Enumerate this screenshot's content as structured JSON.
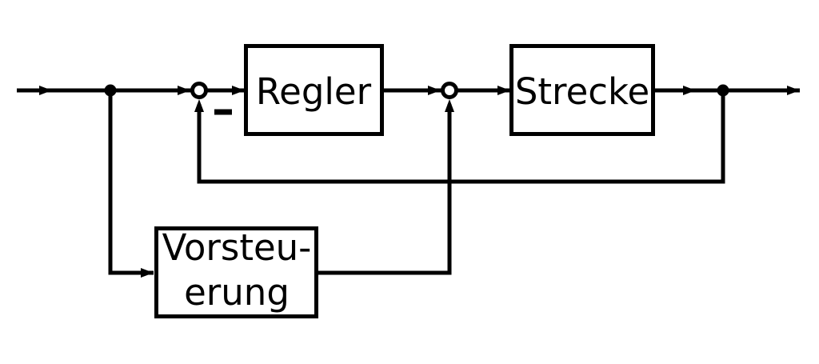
{
  "diagram": {
    "type": "control-loop-block-diagram",
    "background_color": "#ffffff",
    "line_color": "#000000",
    "block_fill_color": "#ffffff",
    "blocks": {
      "regler": {
        "label": "Regler"
      },
      "strecke": {
        "label": "Strecke"
      },
      "vorsteuerung": {
        "label_line1": "Vorsteu-",
        "label_line2": "erung"
      }
    },
    "junctions": {
      "sum1": {
        "sign": "−"
      },
      "sum2": {
        "sign": ""
      }
    }
  }
}
